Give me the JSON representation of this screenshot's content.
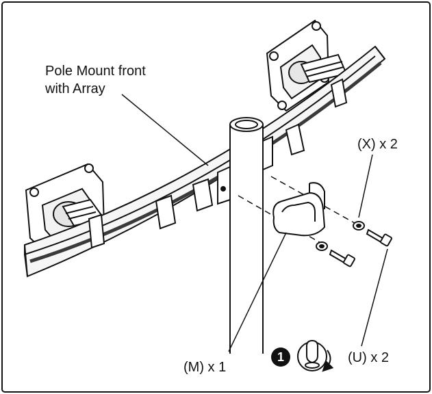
{
  "diagram": {
    "labels": {
      "pole_mount_line1": "Pole Mount front",
      "pole_mount_line2": "with Array",
      "washer_qty": "(X) x 2",
      "clamp_qty": "(M) x 1",
      "bolt_qty": "(U) x 2"
    },
    "step": {
      "number": "1"
    },
    "icons": {
      "rotate": "rotate-tighten-icon"
    },
    "colors": {
      "stroke": "#111111",
      "background": "#ffffff",
      "rail_fill": "#f6f6f6",
      "shadow": "#3a3a3a"
    }
  }
}
